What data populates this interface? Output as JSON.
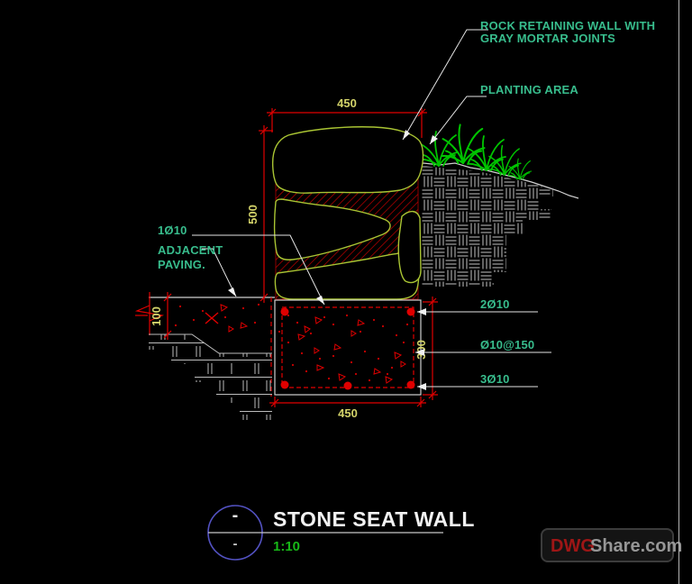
{
  "callouts": {
    "rock_wall_line1": "ROCK RETAINING WALL WITH",
    "rock_wall_line2": "GRAY MORTAR JOINTS",
    "planting_area": "PLANTING AREA",
    "dowel_bar": "1Ø10",
    "adjacent_line1": "ADJACENT",
    "adjacent_line2": "PAVING.",
    "top_rebar": "2Ø10",
    "stirrup_spacing": "Ø10@150",
    "bottom_rebar": "3Ø10"
  },
  "dimensions": {
    "wall_width_top": "450",
    "wall_height": "500",
    "paving_thickness": "100",
    "footing_depth": "300",
    "footing_width_bottom": "450"
  },
  "title_block": {
    "drawing_title": "STONE SEAT WALL",
    "scale": "1:10",
    "detail_mark_top": "-",
    "detail_mark_bottom": "-"
  },
  "watermark": {
    "brand": "DWG",
    "suffix": "Share.com"
  },
  "colors": {
    "background": "#000000",
    "dimension_red": "#e00000",
    "dimension_text": "#d4d46a",
    "callout_green": "#38bd8d",
    "rock_outline": "#a9c433",
    "mortar_hatch_red": "#c80000",
    "grass_green": "#00c400",
    "scale_green": "#17b817",
    "detail_circle": "#5352c2",
    "drawing_gray": "#d0d0d0",
    "watermark_red": "#9e1616",
    "watermark_gray": "#969696"
  }
}
